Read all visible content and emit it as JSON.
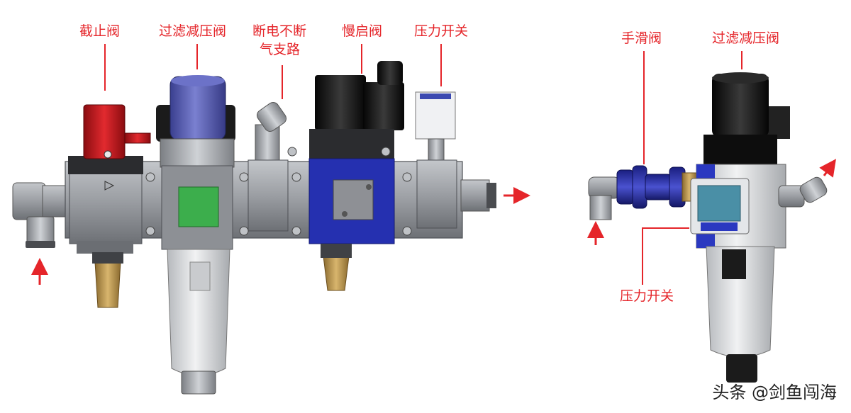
{
  "colors": {
    "label": "#e5252a",
    "body_gray": "#9b9ea3",
    "body_dark": "#6d7075",
    "red_valve": "#c4141a",
    "blue_cap": "#5c63b8",
    "blue_block": "#2530b0",
    "solenoid": "#1a1a1a",
    "brass": "#b8924a",
    "green_window": "#3cae4c",
    "lcd": "#4a8fa6"
  },
  "labels": {
    "shutoff_valve": "截止阀",
    "filter_regulator_left": "过滤减压阀",
    "branch_line_1": "断电不断",
    "branch_line_2": "气支路",
    "soft_start_valve": "慢启阀",
    "pressure_switch_left": "压力开关",
    "slide_valve": "手滑阀",
    "filter_regulator_right": "过滤减压阀",
    "pressure_switch_right": "压力开关"
  },
  "watermark": "头条 @剑鱼闯海"
}
